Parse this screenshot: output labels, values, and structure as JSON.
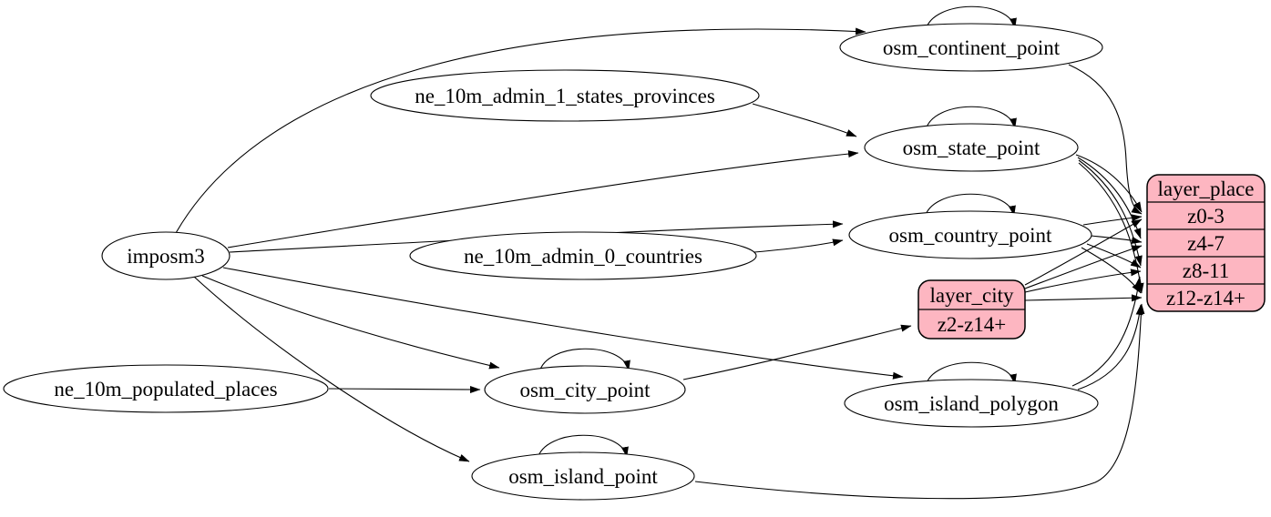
{
  "diagram": {
    "colors": {
      "background": "#ffffff",
      "table_fill": "#ffffff",
      "layer_fill": "#fdb6c1",
      "stroke": "#000000"
    },
    "nodes": [
      {
        "id": "imposm3",
        "label": "imposm3",
        "kind": "table"
      },
      {
        "id": "ne_10m_admin_1_states_provinces",
        "label": "ne_10m_admin_1_states_provinces",
        "kind": "table"
      },
      {
        "id": "ne_10m_admin_0_countries",
        "label": "ne_10m_admin_0_countries",
        "kind": "table"
      },
      {
        "id": "ne_10m_populated_places",
        "label": "ne_10m_populated_places",
        "kind": "table"
      },
      {
        "id": "osm_continent_point",
        "label": "osm_continent_point",
        "kind": "table"
      },
      {
        "id": "osm_state_point",
        "label": "osm_state_point",
        "kind": "table"
      },
      {
        "id": "osm_country_point",
        "label": "osm_country_point",
        "kind": "table"
      },
      {
        "id": "osm_city_point",
        "label": "osm_city_point",
        "kind": "table"
      },
      {
        "id": "osm_island_polygon",
        "label": "osm_island_polygon",
        "kind": "table"
      },
      {
        "id": "osm_island_point",
        "label": "osm_island_point",
        "kind": "table"
      },
      {
        "id": "layer_city",
        "label": "layer_city",
        "kind": "layer",
        "rows": [
          "z2-z14+"
        ]
      },
      {
        "id": "layer_place",
        "label": "layer_place",
        "kind": "layer",
        "rows": [
          "z0-3",
          "z4-7",
          "z8-11",
          "z12-z14+"
        ]
      }
    ],
    "edges": [
      {
        "from": "imposm3",
        "to": "osm_continent_point"
      },
      {
        "from": "imposm3",
        "to": "osm_state_point"
      },
      {
        "from": "imposm3",
        "to": "osm_country_point"
      },
      {
        "from": "imposm3",
        "to": "osm_city_point"
      },
      {
        "from": "imposm3",
        "to": "osm_island_polygon"
      },
      {
        "from": "imposm3",
        "to": "osm_island_point"
      },
      {
        "from": "ne_10m_admin_1_states_provinces",
        "to": "osm_state_point"
      },
      {
        "from": "ne_10m_admin_0_countries",
        "to": "osm_country_point"
      },
      {
        "from": "ne_10m_populated_places",
        "to": "osm_city_point"
      },
      {
        "from": "osm_continent_point",
        "to": "osm_continent_point"
      },
      {
        "from": "osm_state_point",
        "to": "osm_state_point"
      },
      {
        "from": "osm_country_point",
        "to": "osm_country_point"
      },
      {
        "from": "osm_city_point",
        "to": "osm_city_point"
      },
      {
        "from": "osm_island_polygon",
        "to": "osm_island_polygon"
      },
      {
        "from": "osm_island_point",
        "to": "osm_island_point"
      },
      {
        "from": "osm_continent_point",
        "to": "layer_place",
        "row": "z0-3"
      },
      {
        "from": "osm_state_point",
        "to": "layer_place",
        "row": "z0-3"
      },
      {
        "from": "osm_state_point",
        "to": "layer_place",
        "row": "z4-7"
      },
      {
        "from": "osm_state_point",
        "to": "layer_place",
        "row": "z8-11"
      },
      {
        "from": "osm_state_point",
        "to": "layer_place",
        "row": "z12-z14+"
      },
      {
        "from": "osm_country_point",
        "to": "layer_place",
        "row": "z0-3"
      },
      {
        "from": "osm_country_point",
        "to": "layer_place",
        "row": "z4-7"
      },
      {
        "from": "osm_country_point",
        "to": "layer_place",
        "row": "z8-11"
      },
      {
        "from": "osm_country_point",
        "to": "layer_place",
        "row": "z12-z14+"
      },
      {
        "from": "osm_city_point",
        "to": "layer_city",
        "row": "z2-z14+"
      },
      {
        "from": "layer_city",
        "to": "layer_place",
        "row": "z0-3"
      },
      {
        "from": "layer_city",
        "to": "layer_place",
        "row": "z4-7"
      },
      {
        "from": "layer_city",
        "to": "layer_place",
        "row": "z8-11"
      },
      {
        "from": "layer_city",
        "to": "layer_place",
        "row": "z12-z14+"
      },
      {
        "from": "osm_island_polygon",
        "to": "layer_place",
        "row": "z8-11"
      },
      {
        "from": "osm_island_polygon",
        "to": "layer_place",
        "row": "z12-z14+"
      },
      {
        "from": "osm_island_point",
        "to": "layer_place",
        "row": "z12-z14+"
      }
    ]
  }
}
